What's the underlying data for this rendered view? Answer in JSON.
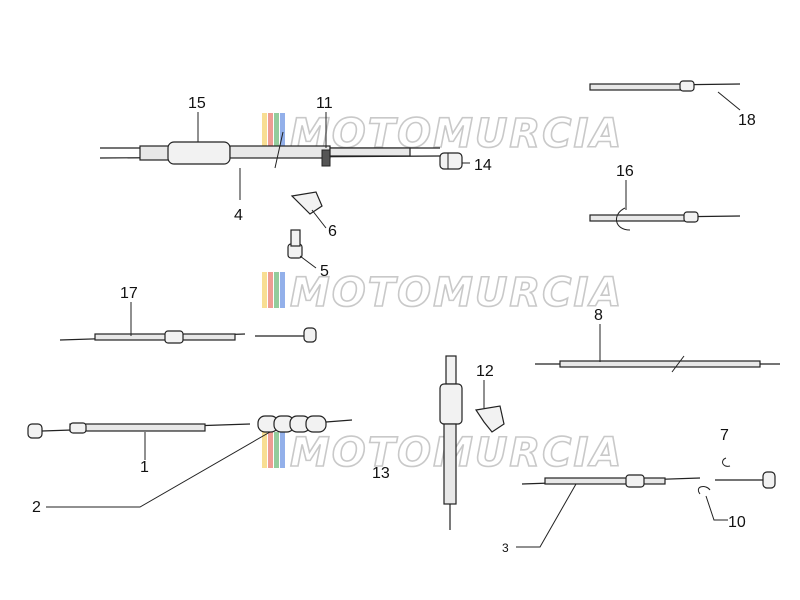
{
  "watermark": {
    "text": "MOTOMURCIA",
    "stripe_colors": [
      "#f2c23a",
      "#e04a3a",
      "#3aa34a",
      "#3a6fd8"
    ]
  },
  "callouts": {
    "c1": "1",
    "c2": "2",
    "c3": "3",
    "c4": "4",
    "c5": "5",
    "c6": "6",
    "c7": "7",
    "c8": "8",
    "c10": "10",
    "c11": "11",
    "c12": "12",
    "c13": "13",
    "c14": "14",
    "c15": "15",
    "c16": "16",
    "c17": "17",
    "c18": "18"
  }
}
